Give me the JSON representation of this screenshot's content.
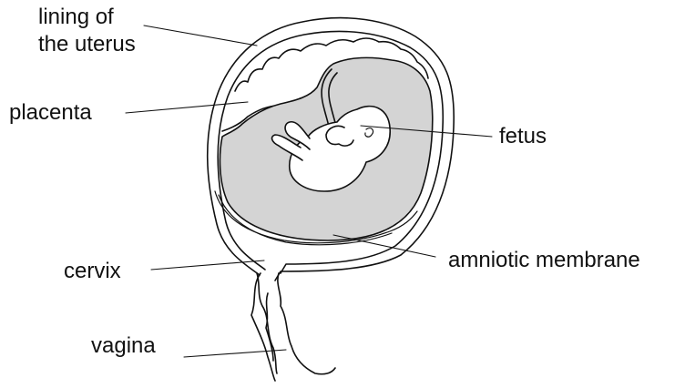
{
  "labels": {
    "lining_line1": "lining of",
    "lining_line2": "the uterus",
    "placenta": "placenta",
    "fetus": "fetus",
    "amniotic_membrane": "amniotic membrane",
    "cervix": "cervix",
    "vagina": "vagina"
  },
  "colors": {
    "outline": "#111111",
    "amniotic_fluid": "#d4d4d4",
    "background": "#ffffff",
    "fetus_fill": "#ffffff"
  }
}
